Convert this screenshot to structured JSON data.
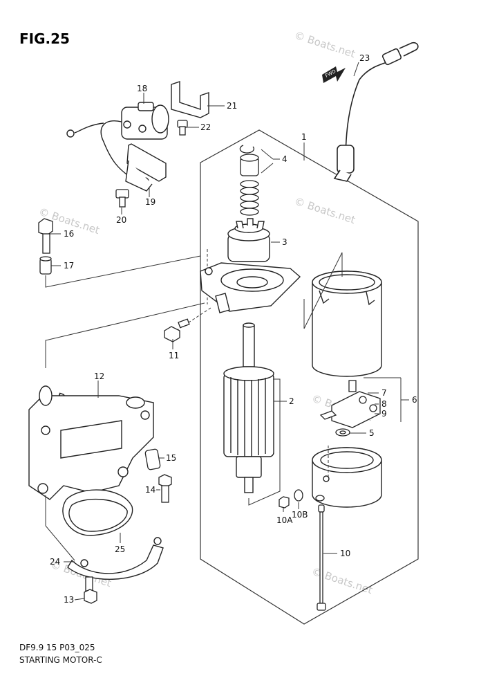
{
  "figure": {
    "title": "FIG.25",
    "footer_line1": "DF9.9 15 P03_025",
    "footer_line2": "STARTING MOTOR-C",
    "fwd_label": "FWD"
  },
  "watermark": {
    "text": "© Boats.net",
    "bold_text": "© Boats.net"
  },
  "callouts": {
    "c1": "1",
    "c2": "2",
    "c3": "3",
    "c4": "4",
    "c5": "5",
    "c6": "6",
    "c7": "7",
    "c8": "8",
    "c9": "9",
    "c10": "10",
    "c10A": "10A",
    "c10B": "10B",
    "c11": "11",
    "c12": "12",
    "c13": "13",
    "c14": "14",
    "c15": "15",
    "c16": "16",
    "c17": "17",
    "c18": "18",
    "c19": "19",
    "c20": "20",
    "c21": "21",
    "c22": "22",
    "c23": "23",
    "c24": "24",
    "c25": "25"
  }
}
